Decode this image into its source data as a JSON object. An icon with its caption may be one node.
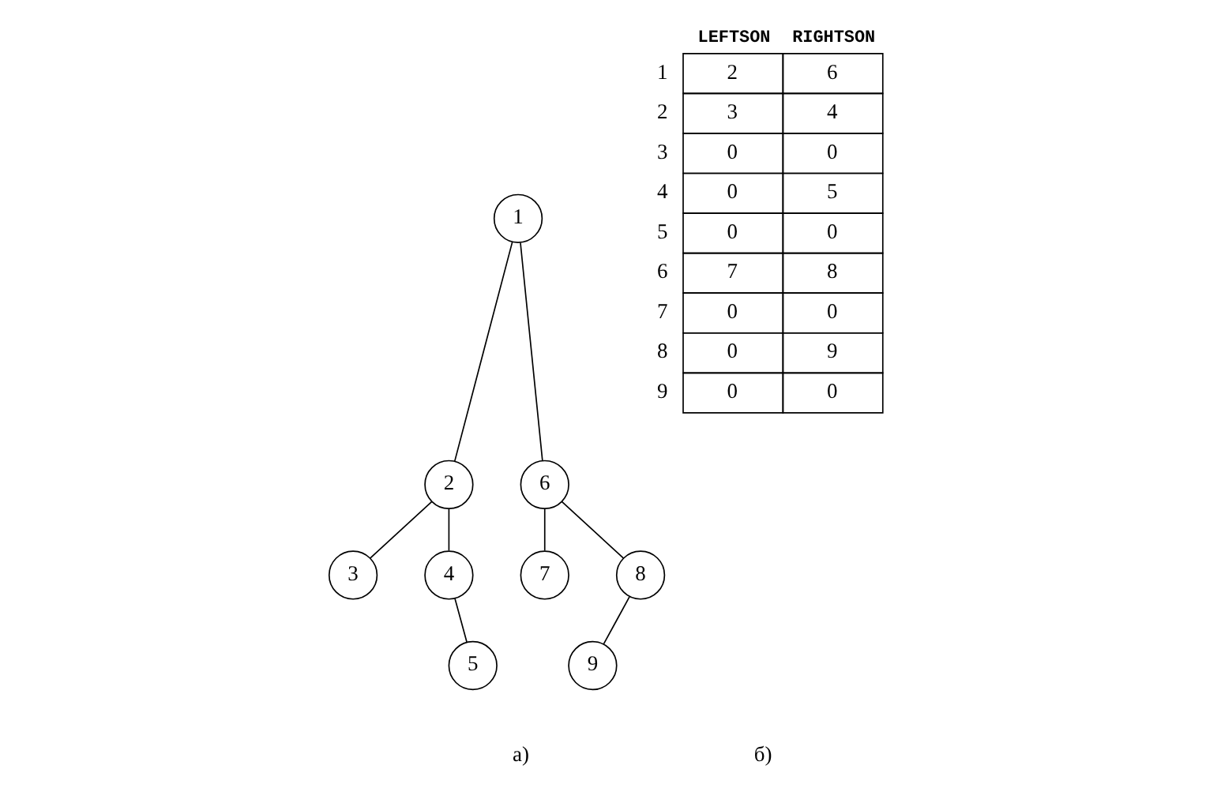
{
  "diagram": {
    "nodes": [
      {
        "text": [
          "1"
        ]
      },
      {
        "text": [
          "2"
        ]
      },
      {
        "text": [
          "6"
        ]
      },
      {
        "text": [
          "3"
        ]
      },
      {
        "text": [
          "4"
        ]
      },
      {
        "text": [
          "7"
        ]
      },
      {
        "text": [
          "8"
        ]
      },
      {
        "text": [
          "5"
        ]
      },
      {
        "text": [
          "9"
        ]
      }
    ],
    "edges": [
      {
        "from": 0,
        "to": 1,
        "arrow": "none"
      },
      {
        "from": 0,
        "to": 2,
        "arrow": "none"
      },
      {
        "from": 1,
        "to": 3,
        "arrow": "none"
      },
      {
        "from": 1,
        "to": 4,
        "arrow": "none"
      },
      {
        "from": 2,
        "to": 5,
        "arrow": "none"
      },
      {
        "from": 2,
        "to": 6,
        "arrow": "none"
      },
      {
        "from": 4,
        "to": 7,
        "arrow": "none"
      },
      {
        "from": 6,
        "to": 8,
        "arrow": "none"
      }
    ],
    "labels": [
      "LEFTSON",
      "RIGHTSON",
      "1",
      "2",
      "6",
      "2",
      "3",
      "4",
      "3",
      "0",
      "0",
      "4",
      "0",
      "5",
      "5",
      "0",
      "0",
      "6",
      "7",
      "8",
      "7",
      "0",
      "0",
      "8",
      "0",
      "9",
      "9",
      "0",
      "0",
      "а)",
      "б)"
    ]
  }
}
